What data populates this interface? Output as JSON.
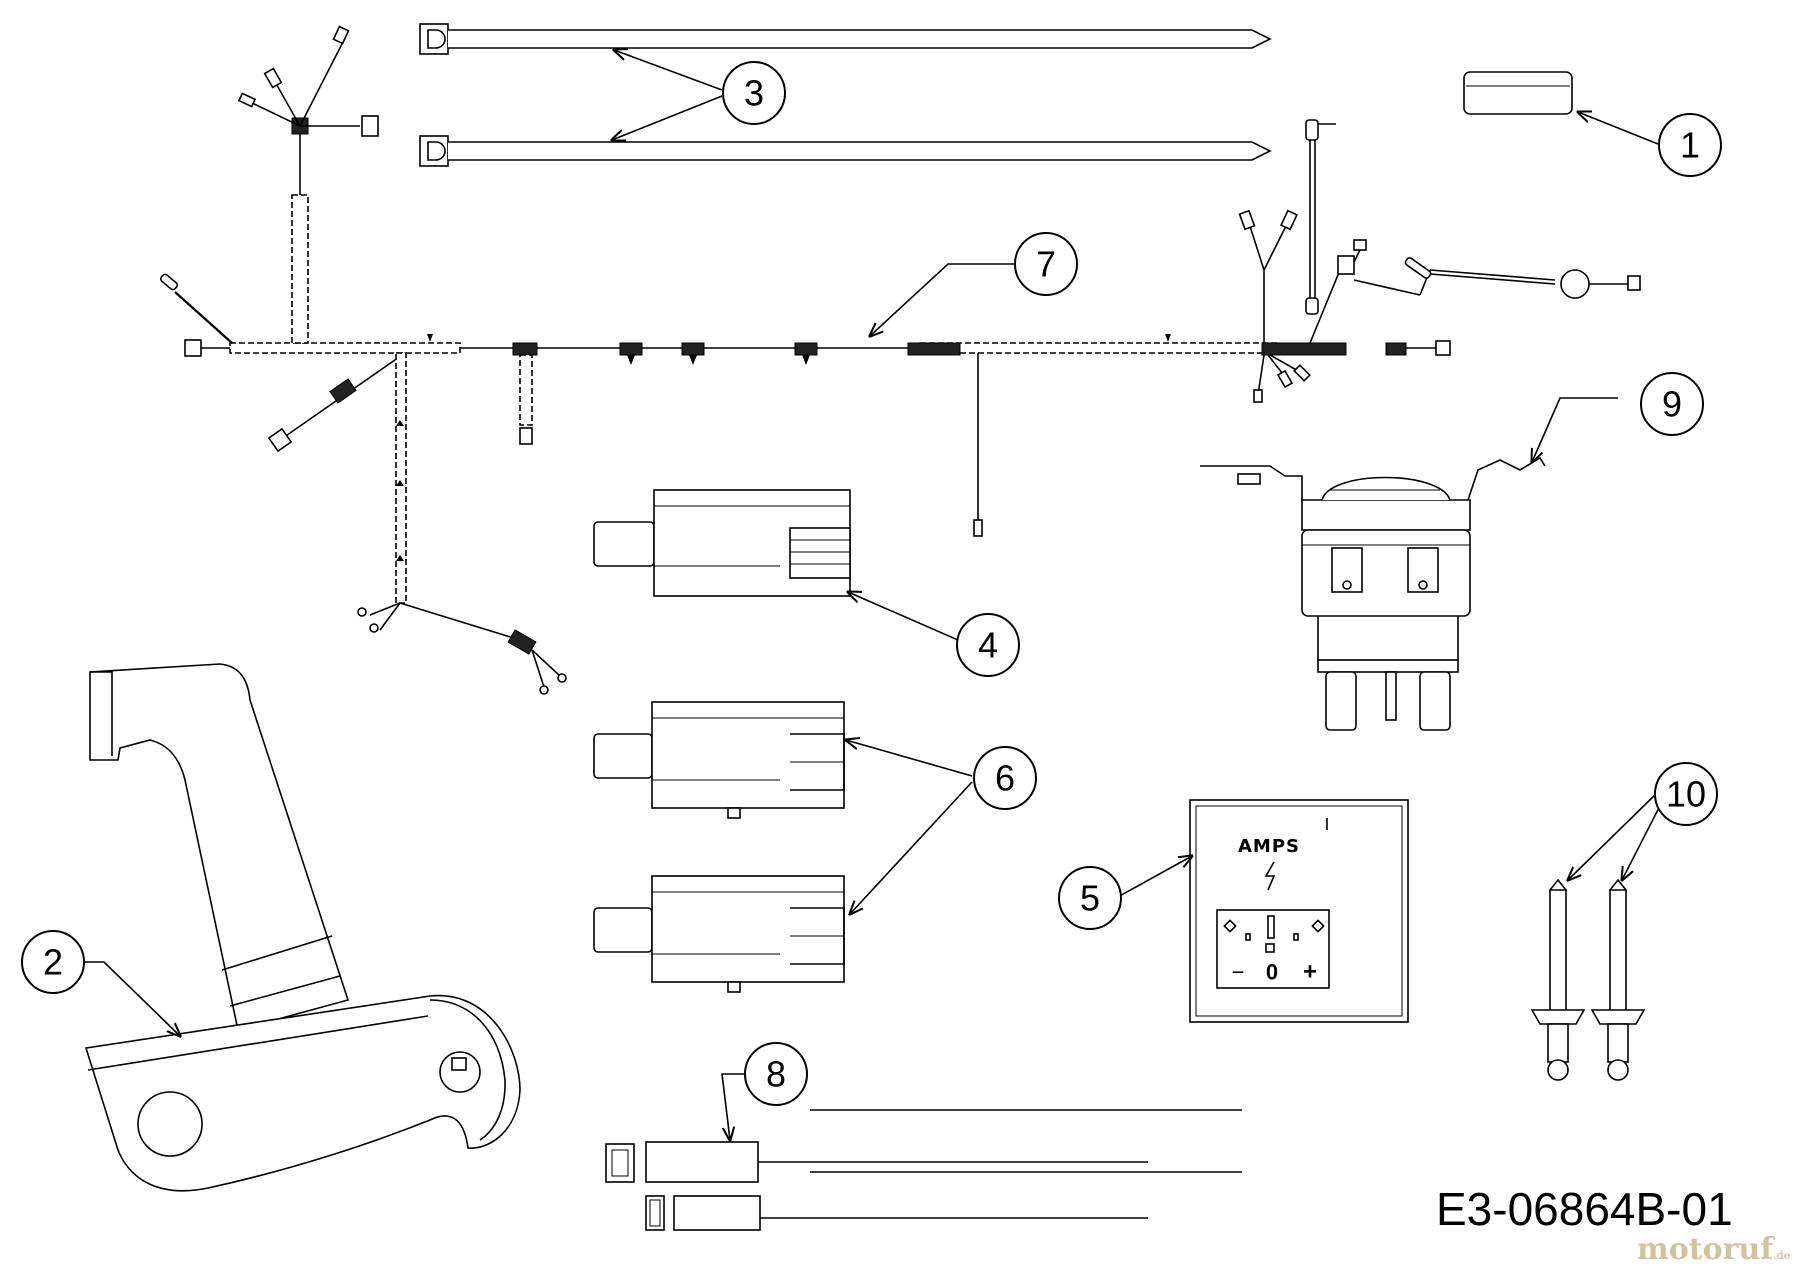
{
  "diagram_code": "E3-06864B-01",
  "watermark": {
    "name": "motoruf",
    "suffix": ".de"
  },
  "meter_label": "AMPS",
  "meter_symbols": {
    "minus": "−",
    "zero": "0",
    "plus": "+"
  },
  "callouts": [
    {
      "id": "1",
      "label": "1"
    },
    {
      "id": "2",
      "label": "2"
    },
    {
      "id": "3",
      "label": "3"
    },
    {
      "id": "4",
      "label": "4"
    },
    {
      "id": "5",
      "label": "5"
    },
    {
      "id": "6",
      "label": "6"
    },
    {
      "id": "7",
      "label": "7"
    },
    {
      "id": "8",
      "label": "8"
    },
    {
      "id": "9",
      "label": "9"
    },
    {
      "id": "10",
      "label": "10"
    }
  ]
}
